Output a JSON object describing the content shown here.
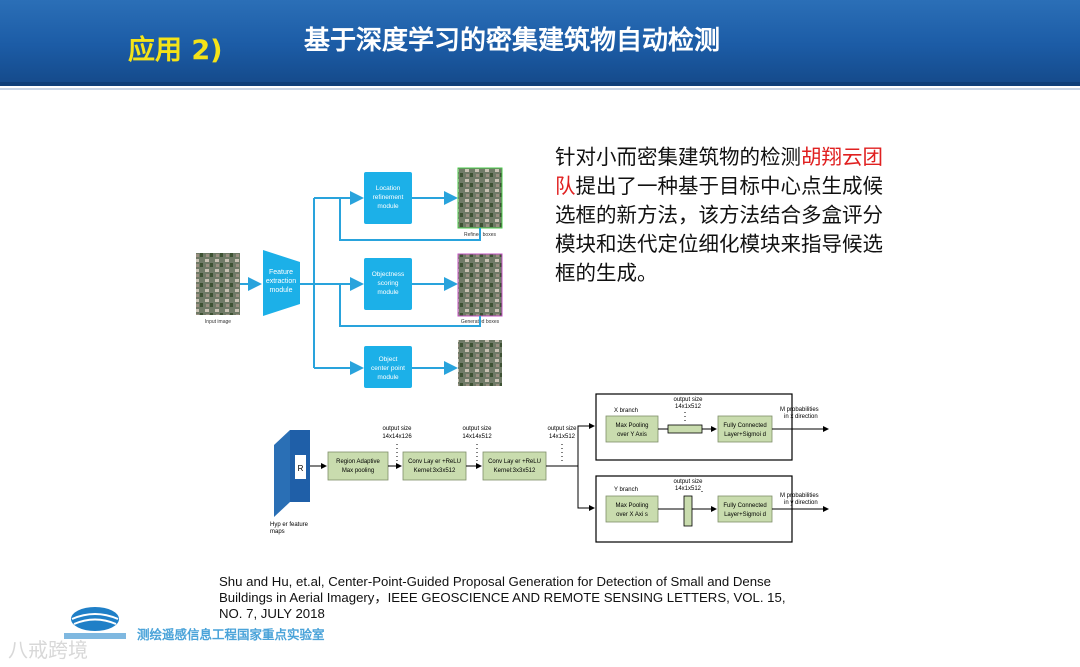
{
  "header": {
    "section_tag": "应用 2)",
    "title": "基于深度学习的密集建筑物自动检测"
  },
  "description": {
    "before": "针对小而密集建筑物的检测",
    "highlight": "胡翔云团队",
    "after": "提出了一种基于目标中心点生成候选框的新方法，该方法结合多盒评分模块和迭代定位细化模块来指导候选框的生成。"
  },
  "figure1": {
    "input_label": "Input image",
    "feature_module": [
      "Feature",
      "extraction",
      "module"
    ],
    "location_module": [
      "Location",
      "refinement",
      "module"
    ],
    "objectness_module": [
      "Objectness",
      "scoring",
      "module"
    ],
    "center_module": [
      "Object",
      "center point",
      "module"
    ],
    "refined_label": "Refined boxes",
    "generated_label": "Generated boxes"
  },
  "figure2": {
    "roi_letter": "R",
    "hyper_label_1": "Hyp er feature",
    "hyper_label_2": "maps",
    "region_pool": [
      "Region Adaptive",
      "Max pooling"
    ],
    "conv1": [
      "Conv Lay er +ReLU",
      "Kernel:3x3x512"
    ],
    "conv2": [
      "Conv Lay er +ReLU",
      "Kernel:3x3x512"
    ],
    "size1": [
      "output size",
      "14x14x126"
    ],
    "size2": [
      "output size",
      "14x14x512"
    ],
    "size3": [
      "output size",
      "14x1x512"
    ],
    "size4": [
      "output size",
      "14x1x512"
    ],
    "size5": [
      "output size",
      "14x1x512"
    ],
    "x_branch": "X branch",
    "y_branch": "Y branch",
    "x_pool": [
      "Max Pooling",
      "over Y Axis"
    ],
    "y_pool": [
      "Max Pooling",
      "over X Axi s"
    ],
    "x_fc": [
      "Fully Connected",
      "Layer+Sigmoi d"
    ],
    "y_fc": [
      "Fully Connected",
      "Layer+Sigmoi d"
    ],
    "x_out": [
      "M probabilities",
      "in x direction"
    ],
    "y_out": [
      "M probabilities",
      "in y direction"
    ]
  },
  "citation": {
    "line1": "Shu and Hu, et.al, Center-Point-Guided Proposal Generation for Detection of Small and Dense",
    "line2": "Buildings in Aerial Imagery，IEEE GEOSCIENCE AND REMOTE SENSING LETTERS, VOL. 15,",
    "line3": "NO. 7, JULY 2018"
  },
  "footer": {
    "lab_name": "测绘遥感信息工程国家重点实验室",
    "watermark": "八戒跨境"
  },
  "colors": {
    "header_blue": "#1c5ca6",
    "tag_yellow": "#f5e318",
    "highlight_red": "#e02020",
    "flow_blue": "#29a3dc",
    "module_green": "#c9dcae"
  }
}
